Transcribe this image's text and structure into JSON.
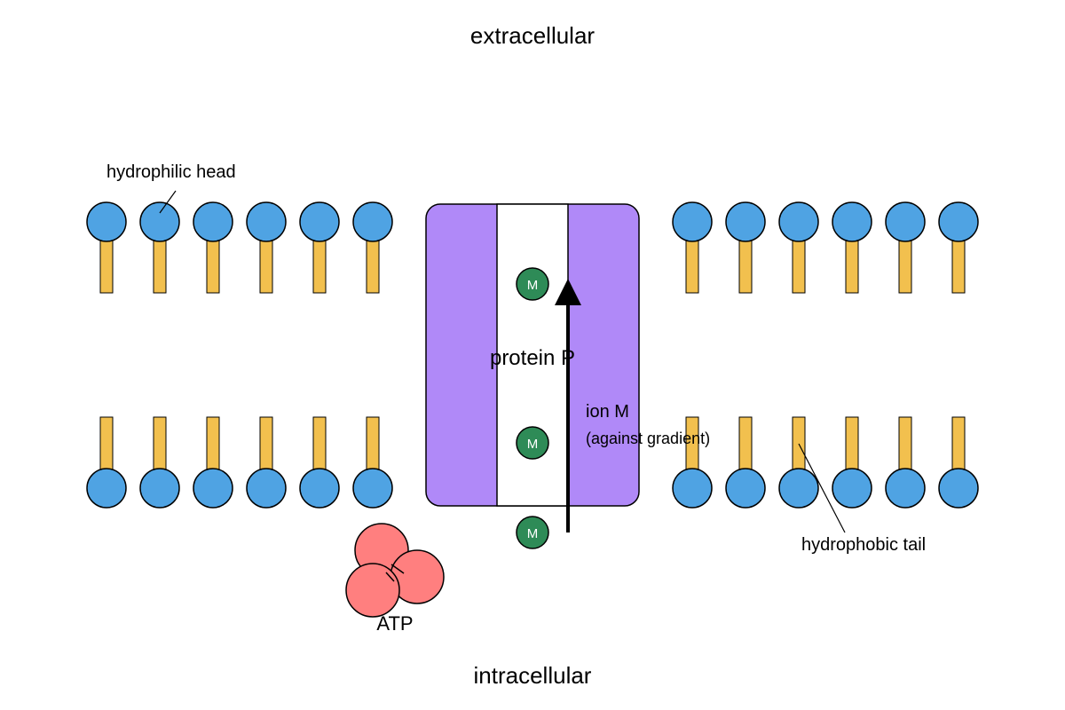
{
  "labels": {
    "extracellular": "extracellular",
    "intracellular": "intracellular",
    "hydrophilic_head": "hydrophilic head",
    "hydrophobic_tail": "hydrophobic tail",
    "protein": "protein P",
    "ion": "ion M",
    "gradient_note": "(against gradient)",
    "atp": "ATP",
    "ion_symbol": "M"
  },
  "colors": {
    "head": "#4fa3e3",
    "tail": "#f2c04e",
    "protein": "#b089f8",
    "channel": "#ffffff",
    "ion": "#2e8b57",
    "atp": "#ff7f7f",
    "outline": "#000000"
  }
}
